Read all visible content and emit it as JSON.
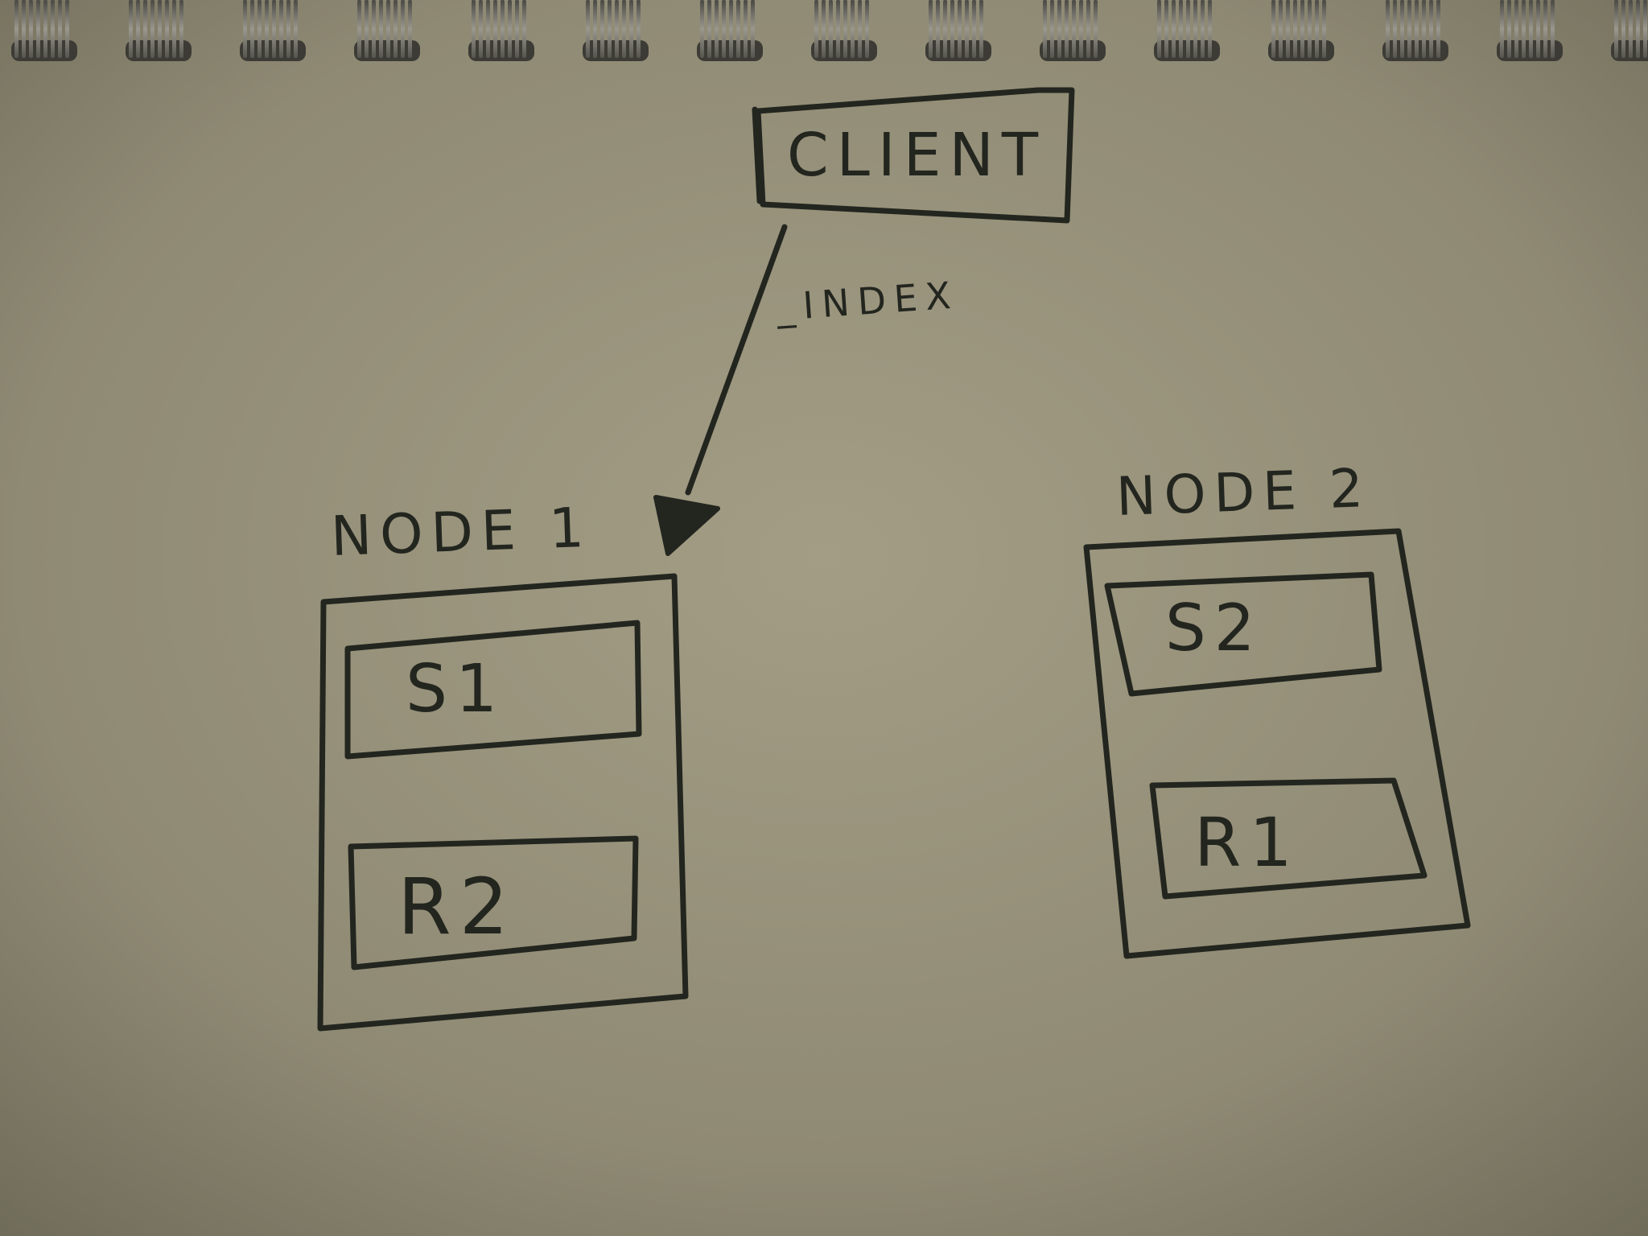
{
  "diagram": {
    "client": {
      "label": "CLIENT"
    },
    "edge": {
      "label": "_INDEX"
    },
    "nodes": [
      {
        "label": "NODE 1",
        "shards": [
          {
            "label": "S1"
          },
          {
            "label": "R2"
          }
        ]
      },
      {
        "label": "NODE 2",
        "shards": [
          {
            "label": "S2"
          },
          {
            "label": "R1"
          }
        ]
      }
    ]
  },
  "colors": {
    "paper": "#8f8a74",
    "ink": "#23261f",
    "spiral_metal": "#6b6a63"
  }
}
